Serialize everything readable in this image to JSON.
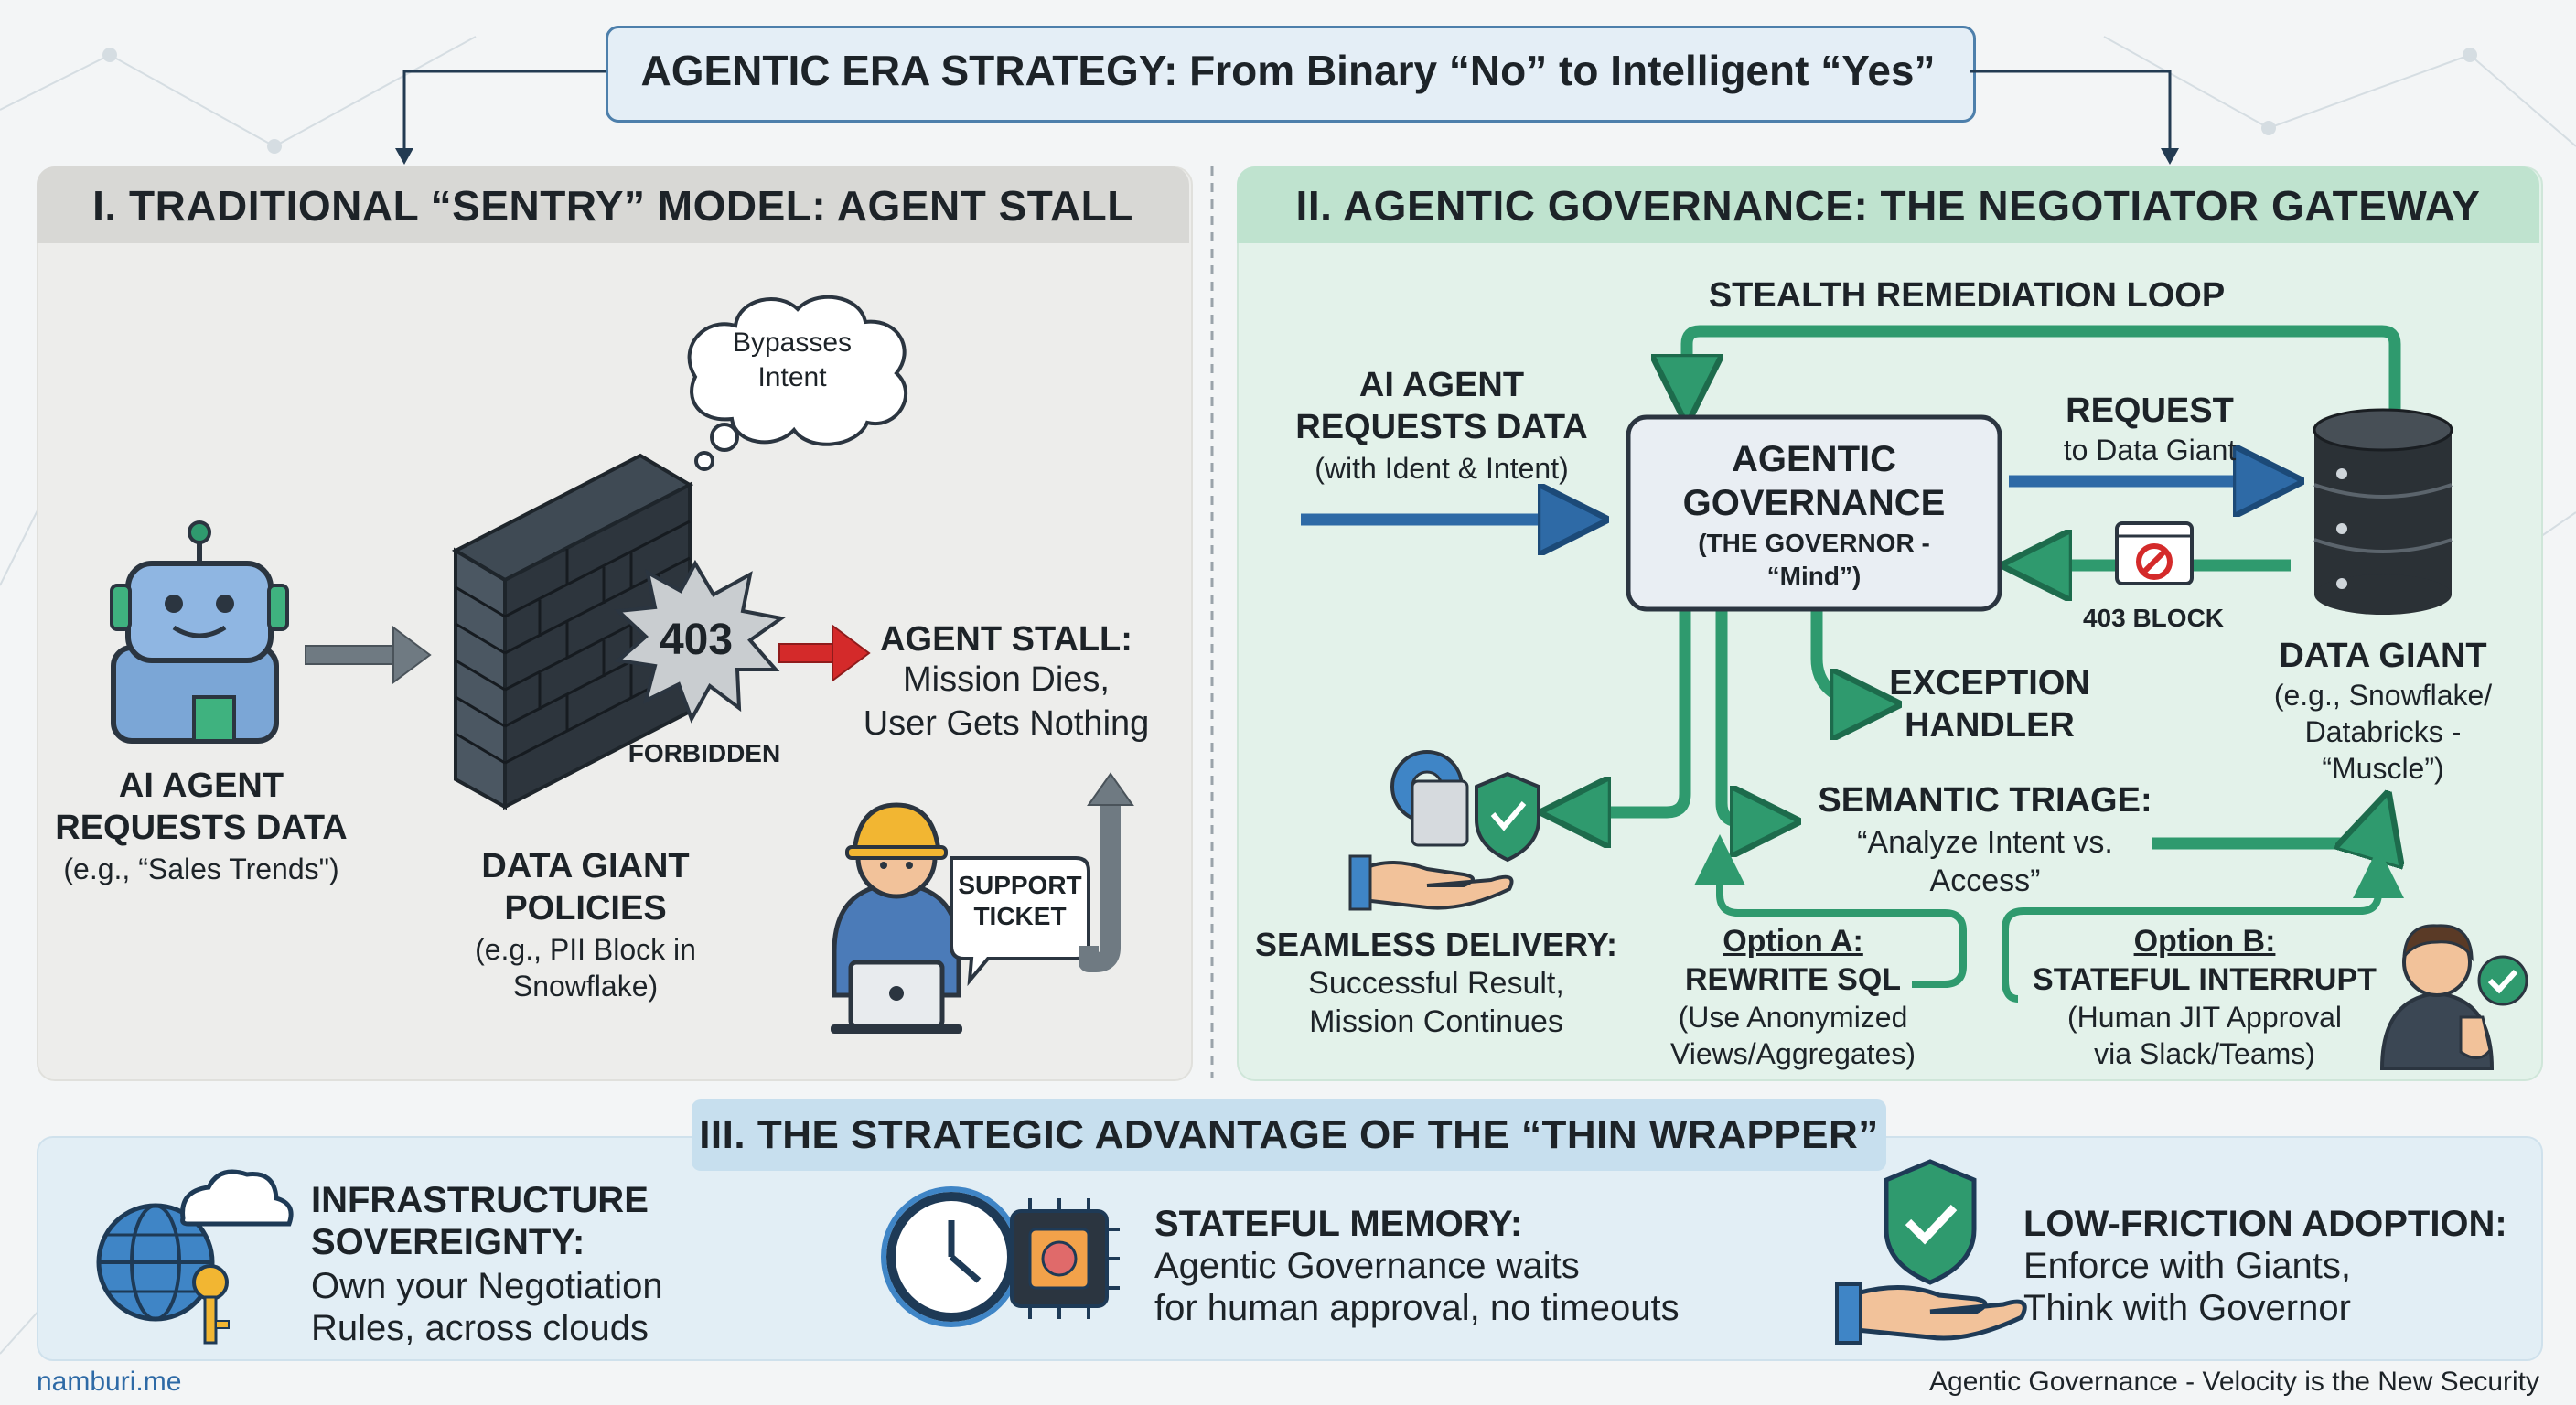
{
  "header": {
    "title": "AGENTIC ERA STRATEGY: From Binary “No” to Intelligent “Yes”"
  },
  "panel1": {
    "title": "I. TRADITIONAL “SENTRY” MODEL: AGENT STALL",
    "thought": [
      "Bypasses",
      "Intent"
    ],
    "agent_label": [
      "AI AGENT",
      "REQUESTS DATA"
    ],
    "agent_example": "(e.g., “Sales Trends\")",
    "burst_code": "403",
    "burst_label": "FORBIDDEN",
    "stall_title": "AGENT STALL:",
    "stall_lines": [
      "Mission Dies,",
      "User Gets Nothing"
    ],
    "policy_title": [
      "DATA GIANT",
      "POLICIES"
    ],
    "policy_example": [
      "(e.g., PII Block in",
      "Snowflake)"
    ],
    "ticket": [
      "SUPPORT",
      "TICKET"
    ]
  },
  "panel2": {
    "title": "II. AGENTIC GOVERNANCE: THE NEGOTIATOR GATEWAY",
    "loop_label": "STEALTH REMEDIATION LOOP",
    "agent_label": [
      "AI AGENT",
      "REQUESTS DATA"
    ],
    "agent_sub": "(with Ident & Intent)",
    "governor_title": [
      "AGENTIC",
      "GOVERNANCE"
    ],
    "governor_sub": [
      "(THE GOVERNOR -",
      "“Mind”)"
    ],
    "request_title": "REQUEST",
    "request_sub": "to Data Giant",
    "block_label": "403 BLOCK",
    "giant_title": "DATA GIANT",
    "giant_sub": [
      "(e.g., Snowflake/",
      "Databricks -",
      "“Muscle”)"
    ],
    "exception": [
      "EXCEPTION",
      "HANDLER"
    ],
    "triage_title": "SEMANTIC TRIAGE:",
    "triage_sub": [
      "“Analyze Intent vs.",
      "Access”"
    ],
    "delivery_title": "SEAMLESS DELIVERY:",
    "delivery_sub": [
      "Successful Result,",
      "Mission Continues"
    ],
    "optA_title": "Option A:",
    "optA_head": "REWRITE SQL",
    "optA_sub": [
      "(Use Anonymized",
      "Views/Aggregates)"
    ],
    "optB_title": "Option B:",
    "optB_head": "STATEFUL INTERRUPT",
    "optB_sub": [
      "(Human JIT Approval",
      "via Slack/Teams)"
    ]
  },
  "panel3": {
    "title": "III. THE STRATEGIC ADVANTAGE OF THE “THIN WRAPPER”",
    "items": [
      {
        "head": [
          "INFRASTRUCTURE",
          "SOVEREIGNTY:"
        ],
        "body": [
          "Own your Negotiation",
          "Rules, across clouds"
        ],
        "icon": "globe-cloud-key-icon"
      },
      {
        "head": [
          "STATEFUL MEMORY:"
        ],
        "body": [
          "Agentic Governance waits",
          "for human approval, no timeouts"
        ],
        "icon": "clock-chip-icon"
      },
      {
        "head": [
          "LOW-FRICTION ADOPTION:"
        ],
        "body": [
          "Enforce with Giants,",
          "Think with Governor"
        ],
        "icon": "shield-hand-icon"
      }
    ]
  },
  "footer": {
    "left": "namburi.me",
    "right": "Agentic Governance - Velocity is the New Security"
  },
  "colors": {
    "blue": "#2e6aa6",
    "green": "#2f9a6e",
    "red": "#d42a2a",
    "panel1": "#ededeb",
    "panel2": "#e3f2ea",
    "panel3": "#e2eef5"
  }
}
